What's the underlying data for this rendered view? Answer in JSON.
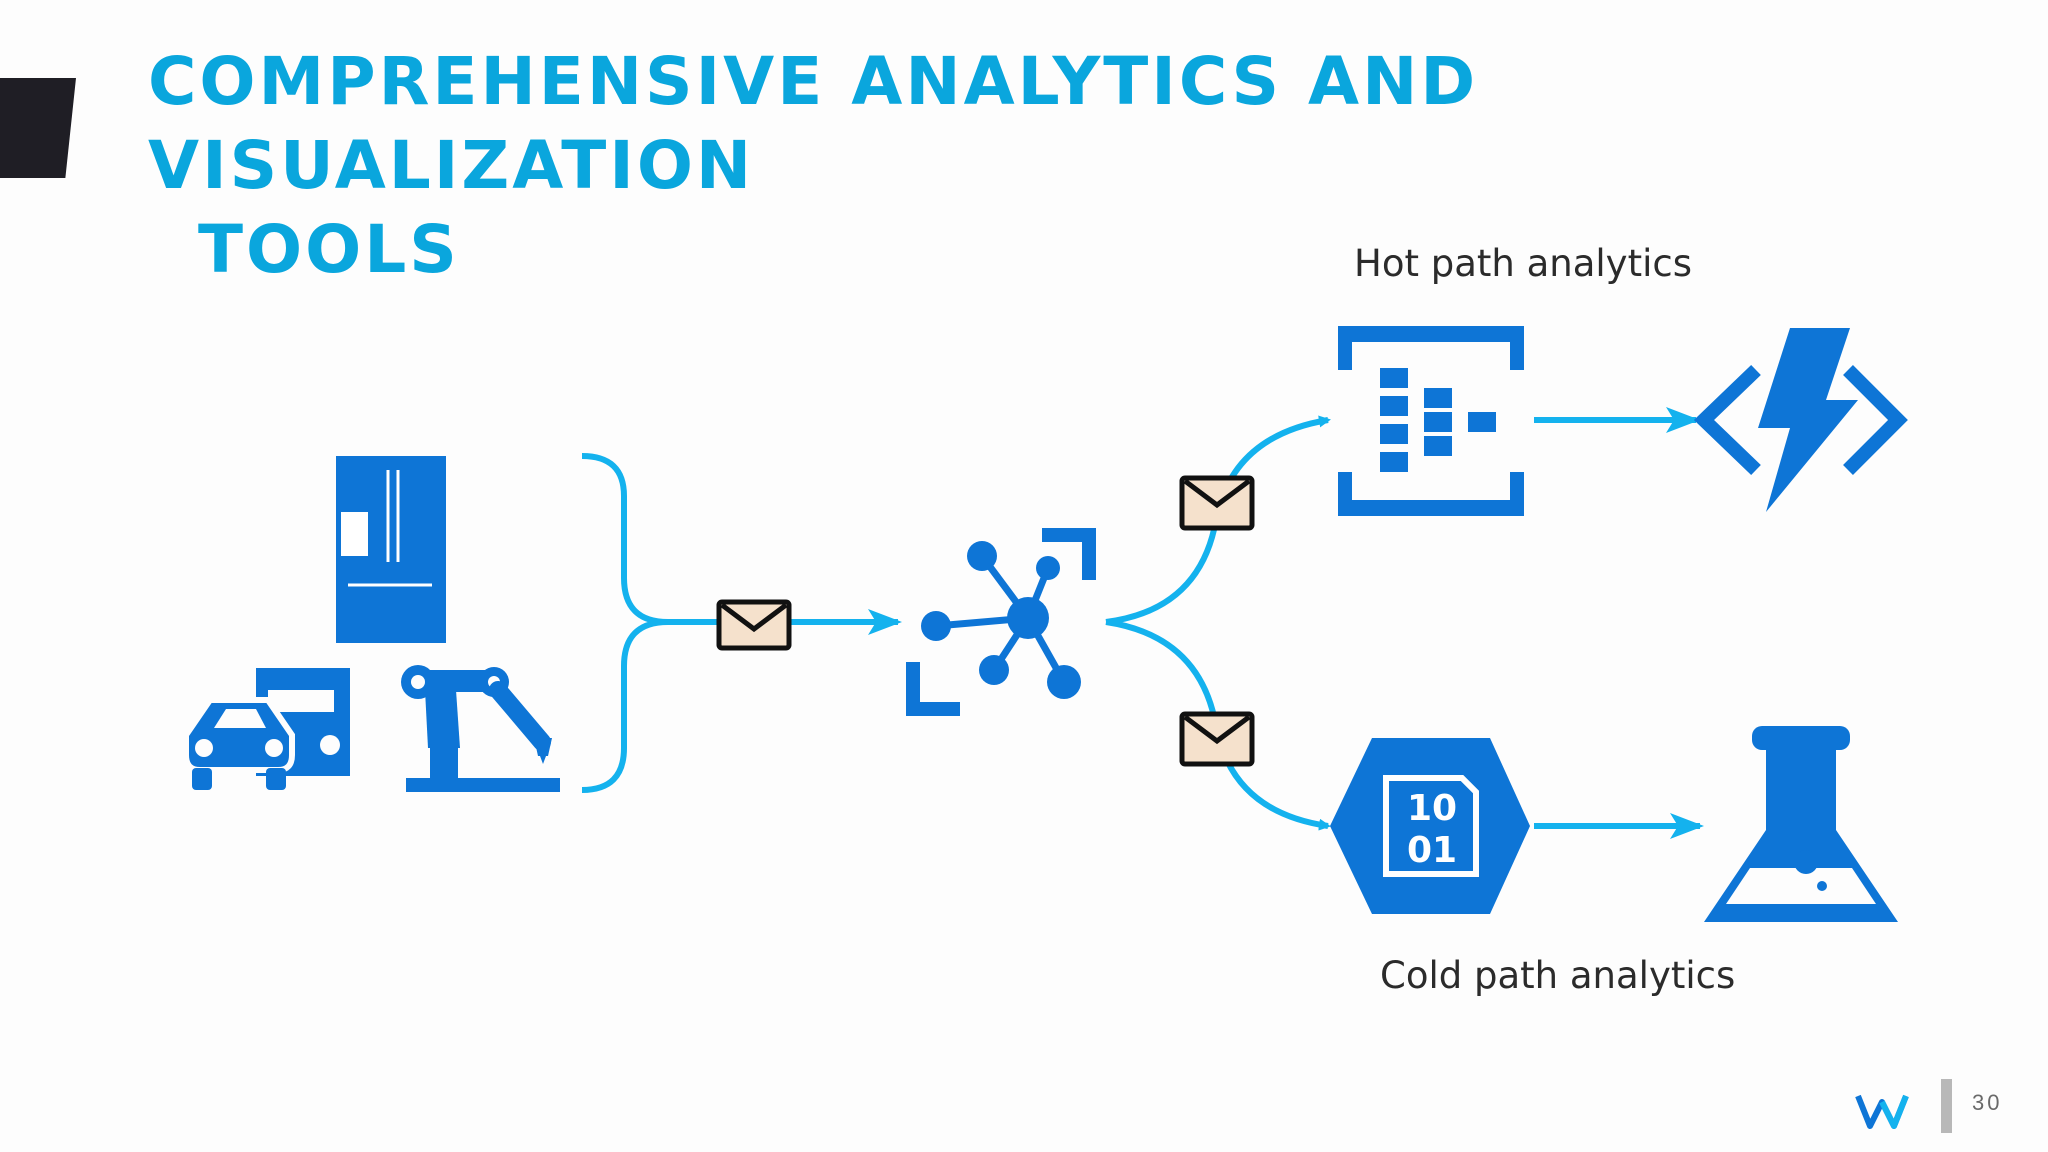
{
  "slide": {
    "title_line1": "COMPREHENSIVE ANALYTICS AND VISUALIZATION",
    "title_line2": "TOOLS",
    "page_number": "30"
  },
  "diagram": {
    "hot_label": "Hot path analytics",
    "cold_label": "Cold path analytics",
    "storage_bits_line1": "10",
    "storage_bits_line2": "01",
    "icons": [
      "refrigerator-icon",
      "truck-icon",
      "car-icon",
      "robot-arm-icon",
      "message-envelope-icon",
      "iot-hub-icon",
      "stream-analytics-icon",
      "azure-functions-icon",
      "blob-storage-icon",
      "machine-learning-flask-icon",
      "logo-w-icon"
    ]
  },
  "colors": {
    "title": "#0aa6dd",
    "icon_blue": "#0e75d6",
    "arrow_cyan": "#14b2ee",
    "envelope_fill": "#f5e1cc",
    "dark_block": "#1f1e25"
  }
}
